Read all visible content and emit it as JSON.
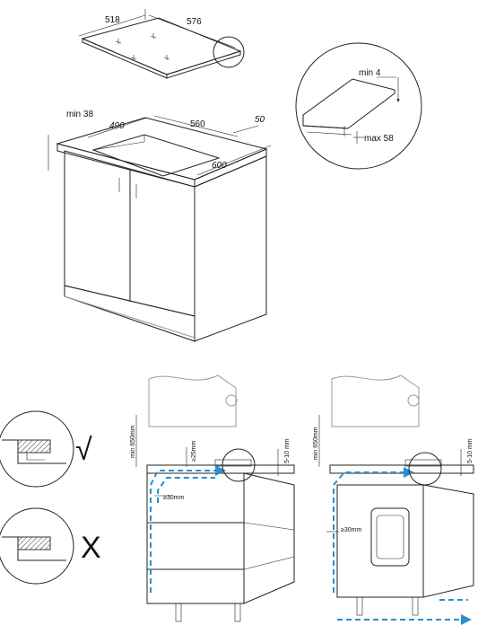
{
  "hob_dims": {
    "depth": "518",
    "width": "576"
  },
  "detail_top": {
    "min_gap": "min 4",
    "max_thickness": "max 58"
  },
  "cabinet": {
    "min_top": "min 38",
    "cut_depth": "490",
    "cut_width": "560",
    "edge": "50",
    "depth": "600"
  },
  "install_left": {
    "min_height": "min 650mm",
    "gap_25": "≥25mm",
    "side_gap": "5-10 mm",
    "gap_30": "≥30mm"
  },
  "install_right": {
    "min_height": "min 650mm",
    "side_gap": "5-10 mm",
    "gap_30": "≥30mm"
  },
  "checks": {
    "correct": "√",
    "wrong": "X"
  },
  "colors": {
    "airflow": "#2a8fd0",
    "line": "#222222",
    "outline": "#999999"
  }
}
